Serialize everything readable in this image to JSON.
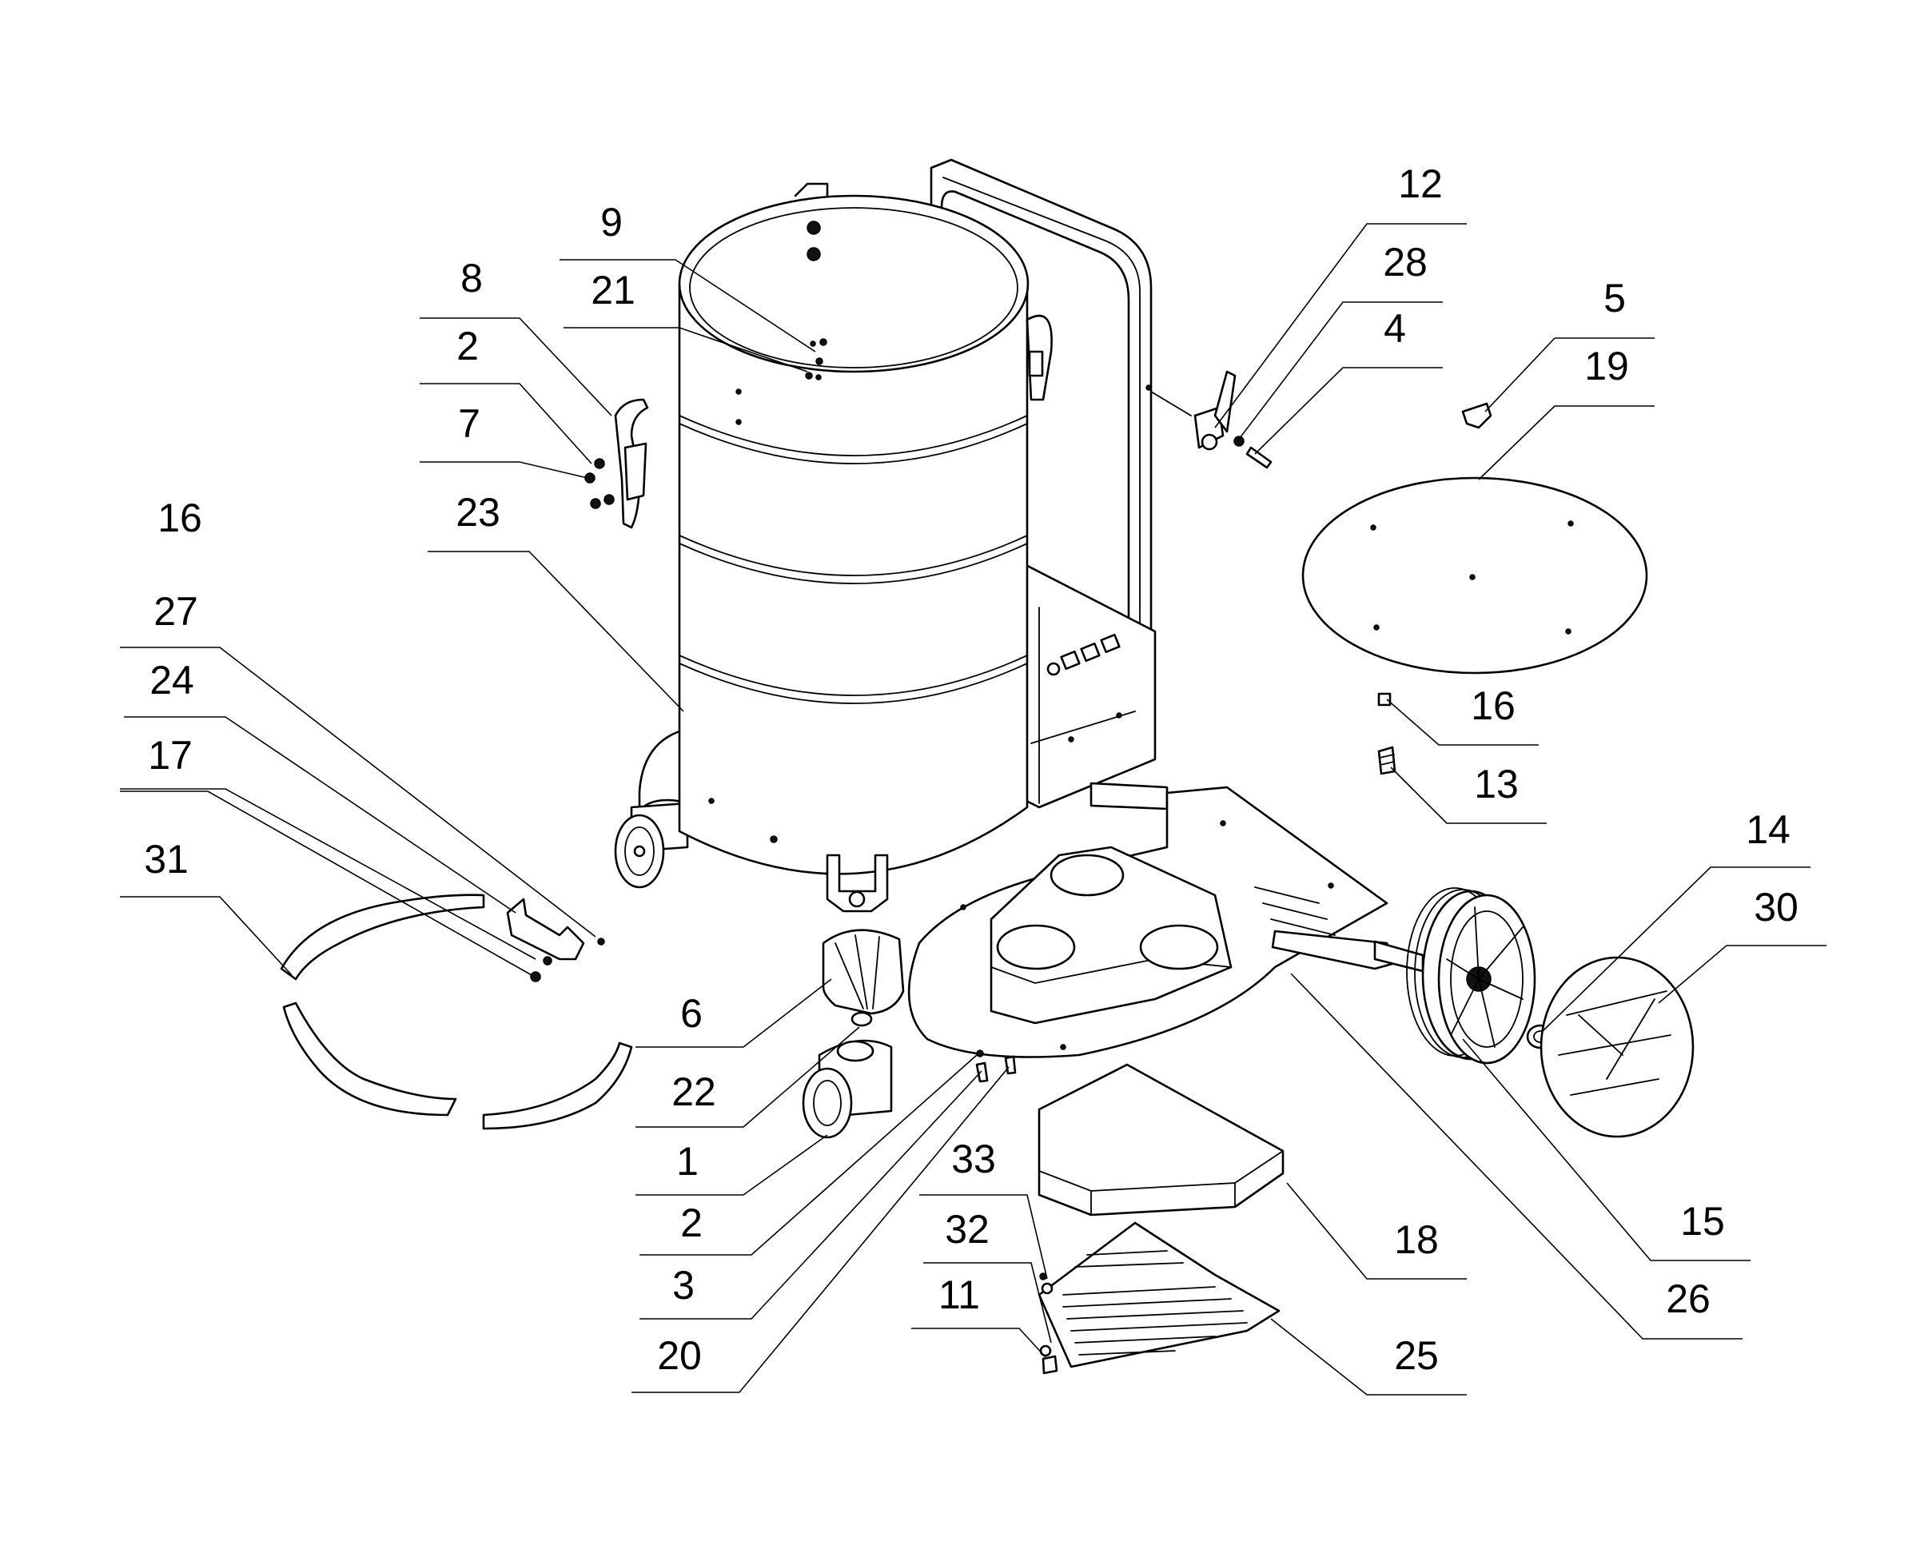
{
  "callouts": [
    {
      "id": "c9",
      "label": "9"
    },
    {
      "id": "c21",
      "label": "21"
    },
    {
      "id": "c8",
      "label": "8"
    },
    {
      "id": "c2a",
      "label": "2"
    },
    {
      "id": "c7",
      "label": "7"
    },
    {
      "id": "c23",
      "label": "23"
    },
    {
      "id": "c16a",
      "label": "16"
    },
    {
      "id": "c27",
      "label": "27"
    },
    {
      "id": "c24",
      "label": "24"
    },
    {
      "id": "c17",
      "label": "17"
    },
    {
      "id": "c31",
      "label": "31"
    },
    {
      "id": "c6",
      "label": "6"
    },
    {
      "id": "c22",
      "label": "22"
    },
    {
      "id": "c1",
      "label": "1"
    },
    {
      "id": "c2b",
      "label": "2"
    },
    {
      "id": "c3",
      "label": "3"
    },
    {
      "id": "c20",
      "label": "20"
    },
    {
      "id": "c33",
      "label": "33"
    },
    {
      "id": "c32",
      "label": "32"
    },
    {
      "id": "c11",
      "label": "11"
    },
    {
      "id": "c12",
      "label": "12"
    },
    {
      "id": "c28",
      "label": "28"
    },
    {
      "id": "c4",
      "label": "4"
    },
    {
      "id": "c5",
      "label": "5"
    },
    {
      "id": "c19",
      "label": "19"
    },
    {
      "id": "c16b",
      "label": "16"
    },
    {
      "id": "c13",
      "label": "13"
    },
    {
      "id": "c14",
      "label": "14"
    },
    {
      "id": "c30",
      "label": "30"
    },
    {
      "id": "c15",
      "label": "15"
    },
    {
      "id": "c26",
      "label": "26"
    },
    {
      "id": "c18",
      "label": "18"
    },
    {
      "id": "c25",
      "label": "25"
    }
  ]
}
